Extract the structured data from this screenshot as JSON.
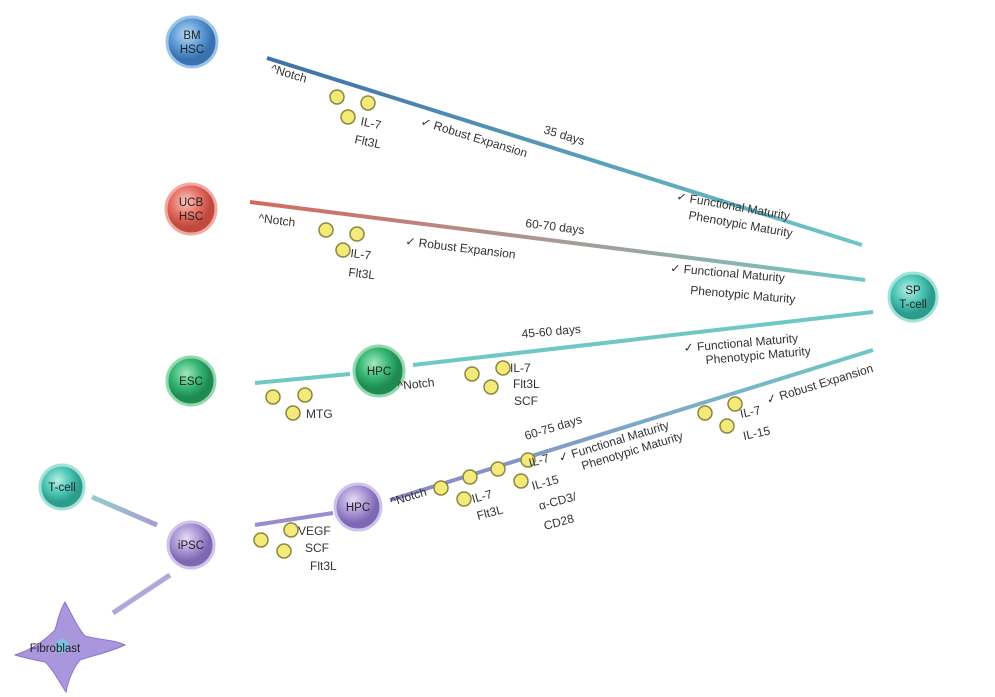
{
  "nodes": {
    "bm_hsc": [
      "BM",
      "HSC"
    ],
    "ucb_hsc": [
      "UCB",
      "HSC"
    ],
    "sp_tcell": [
      "SP",
      "T-cell"
    ],
    "esc": "ESC",
    "hpc_esc": "HPC",
    "hpc_ipsc": "HPC",
    "ipsc": "iPSC",
    "tcell": "T-cell",
    "fibroblast": "Fibroblast"
  },
  "colors": {
    "bm": "#3f7fb8",
    "ucb": "#d9665c",
    "esc": "#2faa6a",
    "ipsc": "#9a86c8",
    "sp": "#3fbfae",
    "factor": "#f3ea7a"
  },
  "routes": {
    "bm": {
      "notch": "^Notch",
      "f1": "IL-7",
      "f2": "Flt3L",
      "expansion": "✓ Robust Expansion",
      "duration": "35 days",
      "functional": "✓ Functional Maturity",
      "phenotypic": "Phenotypic Maturity"
    },
    "ucb": {
      "notch": "^Notch",
      "f1": "IL-7",
      "f2": "Flt3L",
      "expansion": "✓ Robust Expansion",
      "duration": "60-70 days",
      "functional": "✓ Functional Maturity",
      "phenotypic": "Phenotypic Maturity"
    },
    "esc": {
      "mtg": "MTG",
      "notch": "^Notch",
      "f1": "IL-7",
      "f2": "Flt3L",
      "f3": "SCF",
      "duration": "45-60 days",
      "functional": "✓ Functional Maturity",
      "phenotypic": "Phenotypic Maturity"
    },
    "ipsc": {
      "vegf": "VEGF",
      "scf": "SCF",
      "flt3l": "Flt3L",
      "notch": "^Notch",
      "a1": "IL-7",
      "a2": "Flt3L",
      "b1": "IL-7",
      "b2": "IL-15",
      "b3": "α-CD3/",
      "b4": "CD28",
      "duration": "60-75 days",
      "functional": "✓ Functional Maturity",
      "phenotypic": "Phenotypic Maturity",
      "c1": "IL-7",
      "c2": "IL-15",
      "expansion": "✓ Robust Expansion"
    }
  }
}
